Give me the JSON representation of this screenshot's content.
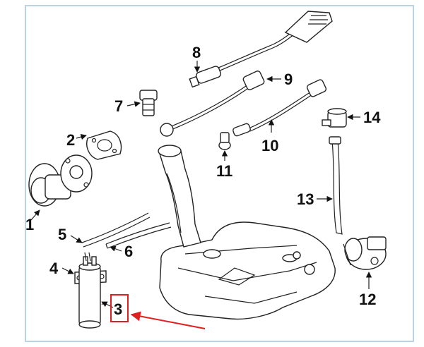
{
  "diagram": {
    "callouts": [
      {
        "id": "1",
        "text": "1"
      },
      {
        "id": "2",
        "text": "2"
      },
      {
        "id": "3",
        "text": "3"
      },
      {
        "id": "4",
        "text": "4"
      },
      {
        "id": "5",
        "text": "5"
      },
      {
        "id": "6",
        "text": "6"
      },
      {
        "id": "7",
        "text": "7"
      },
      {
        "id": "8",
        "text": "8"
      },
      {
        "id": "9",
        "text": "9"
      },
      {
        "id": "10",
        "text": "10"
      },
      {
        "id": "11",
        "text": "11"
      },
      {
        "id": "12",
        "text": "12"
      },
      {
        "id": "13",
        "text": "13"
      },
      {
        "id": "14",
        "text": "14"
      }
    ],
    "highlighted_callout": "3",
    "colors": {
      "highlight": "#e02020",
      "line": "#222222",
      "panel_background": "#ffffff"
    }
  }
}
